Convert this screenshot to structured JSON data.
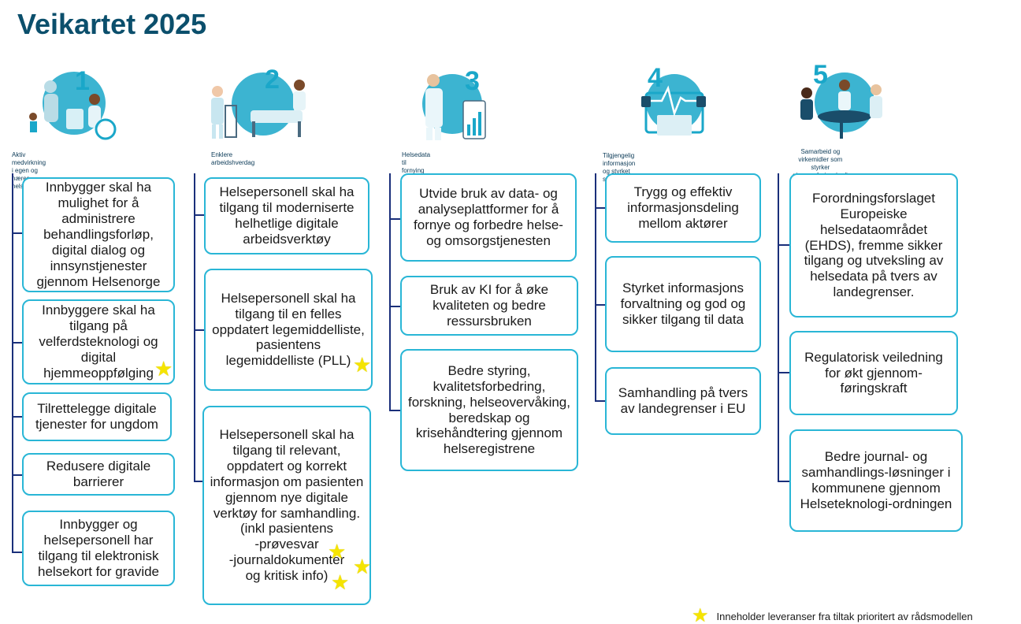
{
  "title": "Veikartet 2025",
  "colors": {
    "title": "#0b4f6c",
    "accent": "#29b6d6",
    "spine": "#1a2f7a",
    "star": "#f5e400"
  },
  "columns": [
    {
      "number": "1",
      "label": "Aktiv medvirkning i egen og næres helse",
      "illustration": "people-health-icon",
      "items": [
        {
          "text": "Innbygger skal ha mulighet for å administrere behandlingsforløp, digital dialog og innsynstjenester gjennom Helsenorge",
          "star": false
        },
        {
          "text": "Innbyggere skal ha tilgang på velferdsteknologi og digital hjemmeoppfølging",
          "star": true
        },
        {
          "text": "Tilrettelegge digitale tjenester for ungdom",
          "star": false
        },
        {
          "text": "Redusere digitale barrierer",
          "star": false
        },
        {
          "text": "Innbygger og helsepersonell har tilgang til elektronisk helsekort for gravide",
          "star": false
        }
      ]
    },
    {
      "number": "2",
      "label": "Enklere arbeidshverdag",
      "illustration": "hospital-bed-icon",
      "items": [
        {
          "text": "Helsepersonell skal ha tilgang til moderniserte helhetlige digitale arbeidsverktøy",
          "star": false
        },
        {
          "text": "Helsepersonell skal ha tilgang til en felles oppdatert legemiddelliste, pasientens legemiddelliste (PLL)",
          "star": true
        },
        {
          "text": "Helsepersonell skal ha tilgang til relevant, oppdatert og korrekt informasjon om pasienten gjennom nye digitale verktøy for samhandling.\n(inkl pasientens\n-prøvesvar\n-journaldokumenter\nog kritisk info)",
          "star": false
        }
      ]
    },
    {
      "number": "3",
      "label": "Helsedata til fornying og forbedring",
      "illustration": "researcher-icon",
      "items": [
        {
          "text": "Utvide bruk av data- og analyseplattformer for å fornye og forbedre helse- og omsorgstjenesten",
          "star": false
        },
        {
          "text": "Bruk av KI for å øke kvaliteten og bedre ressursbruken",
          "star": false
        },
        {
          "text": "Bedre styring, kvalitetsforbedring, forskning, helseovervåking, beredskap og krisehåndtering gjennom helseregistrene",
          "star": false
        }
      ]
    },
    {
      "number": "4",
      "label": "Tilgjengelig informasjon og styrket samhandling",
      "illustration": "secure-laptop-icon",
      "items": [
        {
          "text": "Trygg og effektiv informasjonsdeling mellom aktører",
          "star": false
        },
        {
          "text": "Styrket informasjons forvaltning og god og sikker tilgang til data",
          "star": false
        },
        {
          "text": "Samhandling på tvers av landegrenser i EU",
          "star": false
        }
      ]
    },
    {
      "number": "5",
      "label": "Samarbeid og virkemidler som\nstyrker gjennomføringskraft",
      "illustration": "meeting-icon",
      "items": [
        {
          "text": "Forordningsforslaget Europeiske helsedataområdet (EHDS), fremme sikker tilgang og utveksling av helsedata på tvers av landegrenser.",
          "star": false
        },
        {
          "text": "Regulatorisk veiledning for økt gjennom-føringskraft",
          "star": false
        },
        {
          "text": "Bedre journal- og samhandlings-løsninger i kommunene gjennom Helseteknologi-ordningen",
          "star": false
        }
      ]
    }
  ],
  "legend": {
    "text": "Inneholder leveranser fra tiltak prioritert av rådsmodellen",
    "icon": "star-icon"
  }
}
